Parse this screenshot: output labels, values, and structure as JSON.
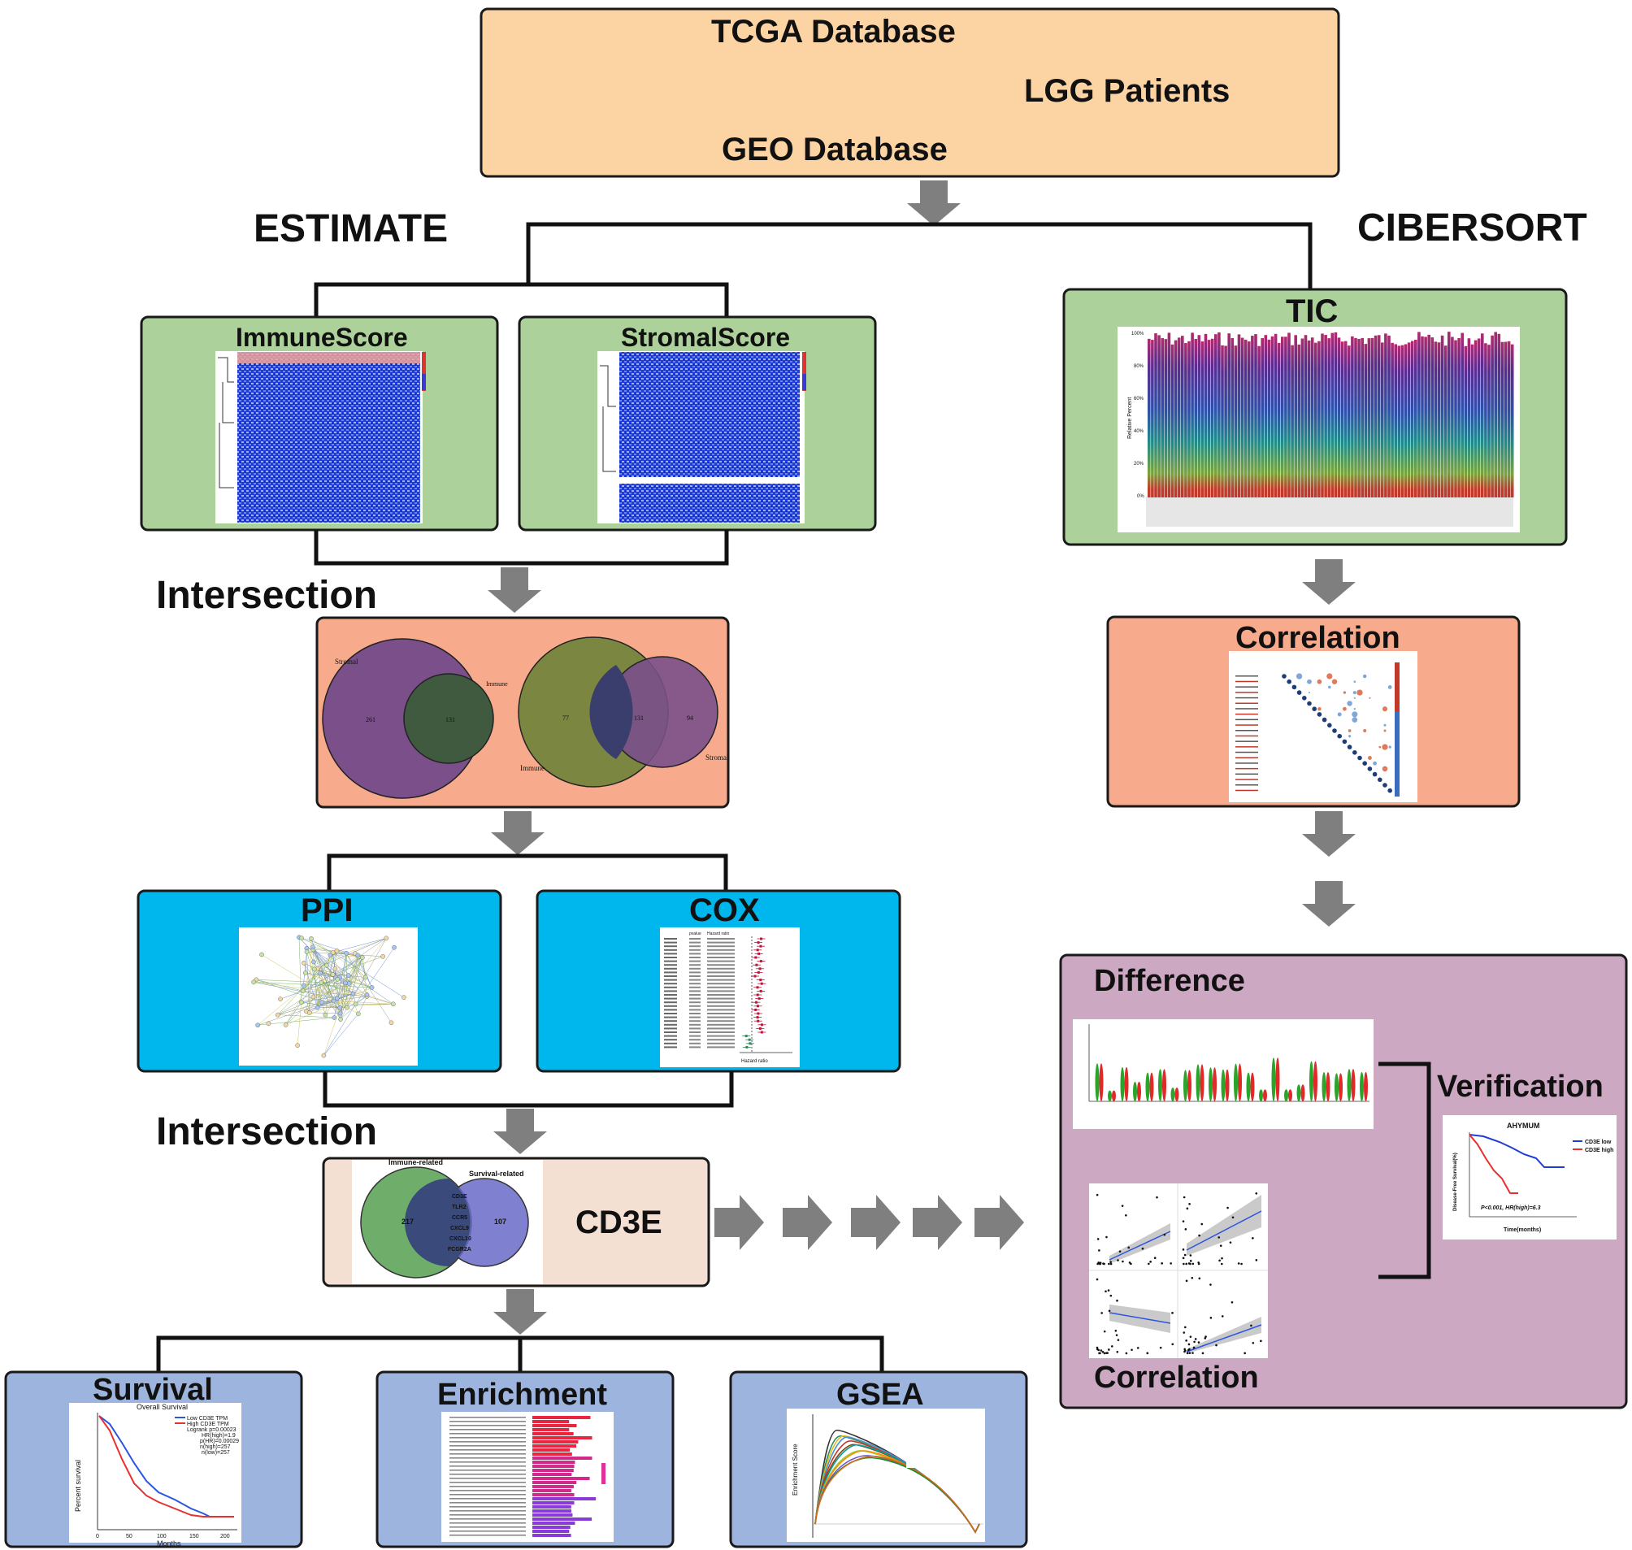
{
  "colors": {
    "source_fill": "#fcd4a3",
    "green_fill": "#acd19a",
    "salmon_fill": "#f8ab8c",
    "cyan_fill": "#00b7ed",
    "purple_fill": "#cda8c2",
    "blue_fill": "#9db4df",
    "beige_fill": "#f3e0d2",
    "arrow_gray": "#7f7f7f"
  },
  "source": {
    "tcga": "TCGA Database",
    "patients": "LGG Patients",
    "geo": "GEO Database"
  },
  "branches": {
    "left": "ESTIMATE",
    "right": "CIBERSORT"
  },
  "immune_score": {
    "title": "ImmuneScore"
  },
  "stromal_score": {
    "title": "StromalScore"
  },
  "tic": {
    "title": "TIC",
    "ylabel": "Relative Percent",
    "yticks": [
      "100%",
      "80%",
      "60%",
      "40%",
      "20%",
      "0%"
    ]
  },
  "intersection1": {
    "title": "Intersection",
    "venn_a": {
      "label_outer": "Stromal",
      "label_inner": "Immune",
      "n_outer": "261",
      "n_inner": "131"
    },
    "venn_b": {
      "label_left": "Immune",
      "label_right": "Stromal",
      "n_left": "77",
      "n_mid": "131",
      "n_right": "94"
    }
  },
  "correlation1": {
    "title": "Correlation"
  },
  "ppi": {
    "title": "PPI"
  },
  "cox": {
    "title": "COX",
    "col_gene": "pvalue",
    "col_hr": "Hazard ratio",
    "xlabel": "Hazard ratio"
  },
  "intersection2": {
    "title": "Intersection",
    "left_set": "Immune-related",
    "right_set": "Survival-related",
    "n_left": "217",
    "n_right": "107",
    "overlap_genes": [
      "CD3E",
      "TLR2",
      "CCR5",
      "CXCL9",
      "CXCL10",
      "FCGR2A"
    ],
    "result": "CD3E"
  },
  "difference": {
    "title": "Difference"
  },
  "correlation2": {
    "title": "Correlation"
  },
  "verification": {
    "title": "Verification",
    "plot_title": "AHYMUM",
    "legend_low": "CD3E low",
    "legend_high": "CD3E high",
    "ylabel": "Disease-Free Survival(%)",
    "xlabel": "Time(months)",
    "stat": "P<0.001, HR(high)=6.3"
  },
  "survival": {
    "title": "Survival",
    "plot_title": "Overall Survival",
    "legend_low": "Low CD3E TPM",
    "legend_high": "High CD3E TPM",
    "stats": [
      "Logrank p=0.00023",
      "HR(high)=1.9",
      "p(HR)=0.00029",
      "n(high)=257",
      "n(low)=257"
    ],
    "ylabel": "Percent survival",
    "xlabel": "Months",
    "xticks": [
      "0",
      "50",
      "100",
      "150",
      "200"
    ]
  },
  "enrichment": {
    "title": "Enrichment"
  },
  "gsea": {
    "title": "GSEA",
    "ylabel": "Enrichment Score"
  }
}
